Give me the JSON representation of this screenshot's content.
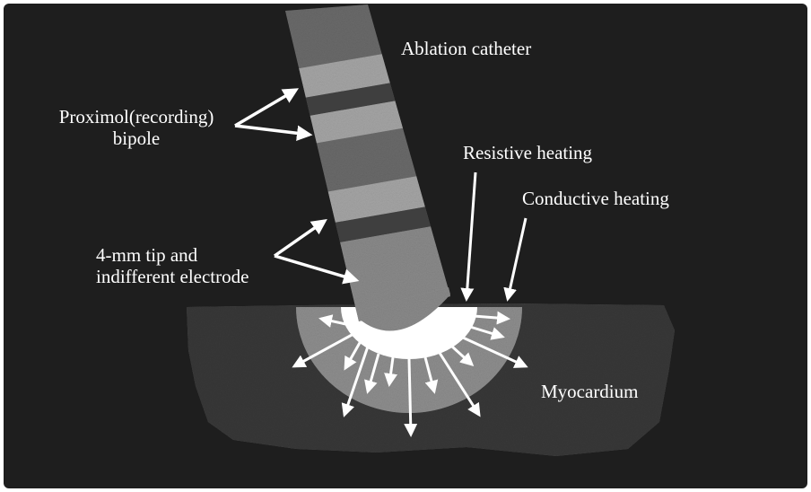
{
  "diagram": {
    "labels": {
      "ablation_catheter": "Ablation catheter",
      "proximal_bipole": [
        "Proximol(recording)",
        "bipole"
      ],
      "tip_electrode": [
        "4-mm tip and",
        "indifferent electrode"
      ],
      "resistive_heating": "Resistive heating",
      "conductive_heating": "Conductive heating",
      "myocardium": "Myocardium"
    },
    "colors": {
      "frame_background": "#1e1e1e",
      "catheter_body": "#6a6a6a",
      "catheter_bands": "#a5a5a5",
      "catheter_dark_bands": "#3f3f3f",
      "tissue": "#383838",
      "heating_zone": "#8e8e8e",
      "resistive_zone": "#ffffff",
      "arrows": "#ffffff",
      "text": "#ffffff"
    }
  }
}
